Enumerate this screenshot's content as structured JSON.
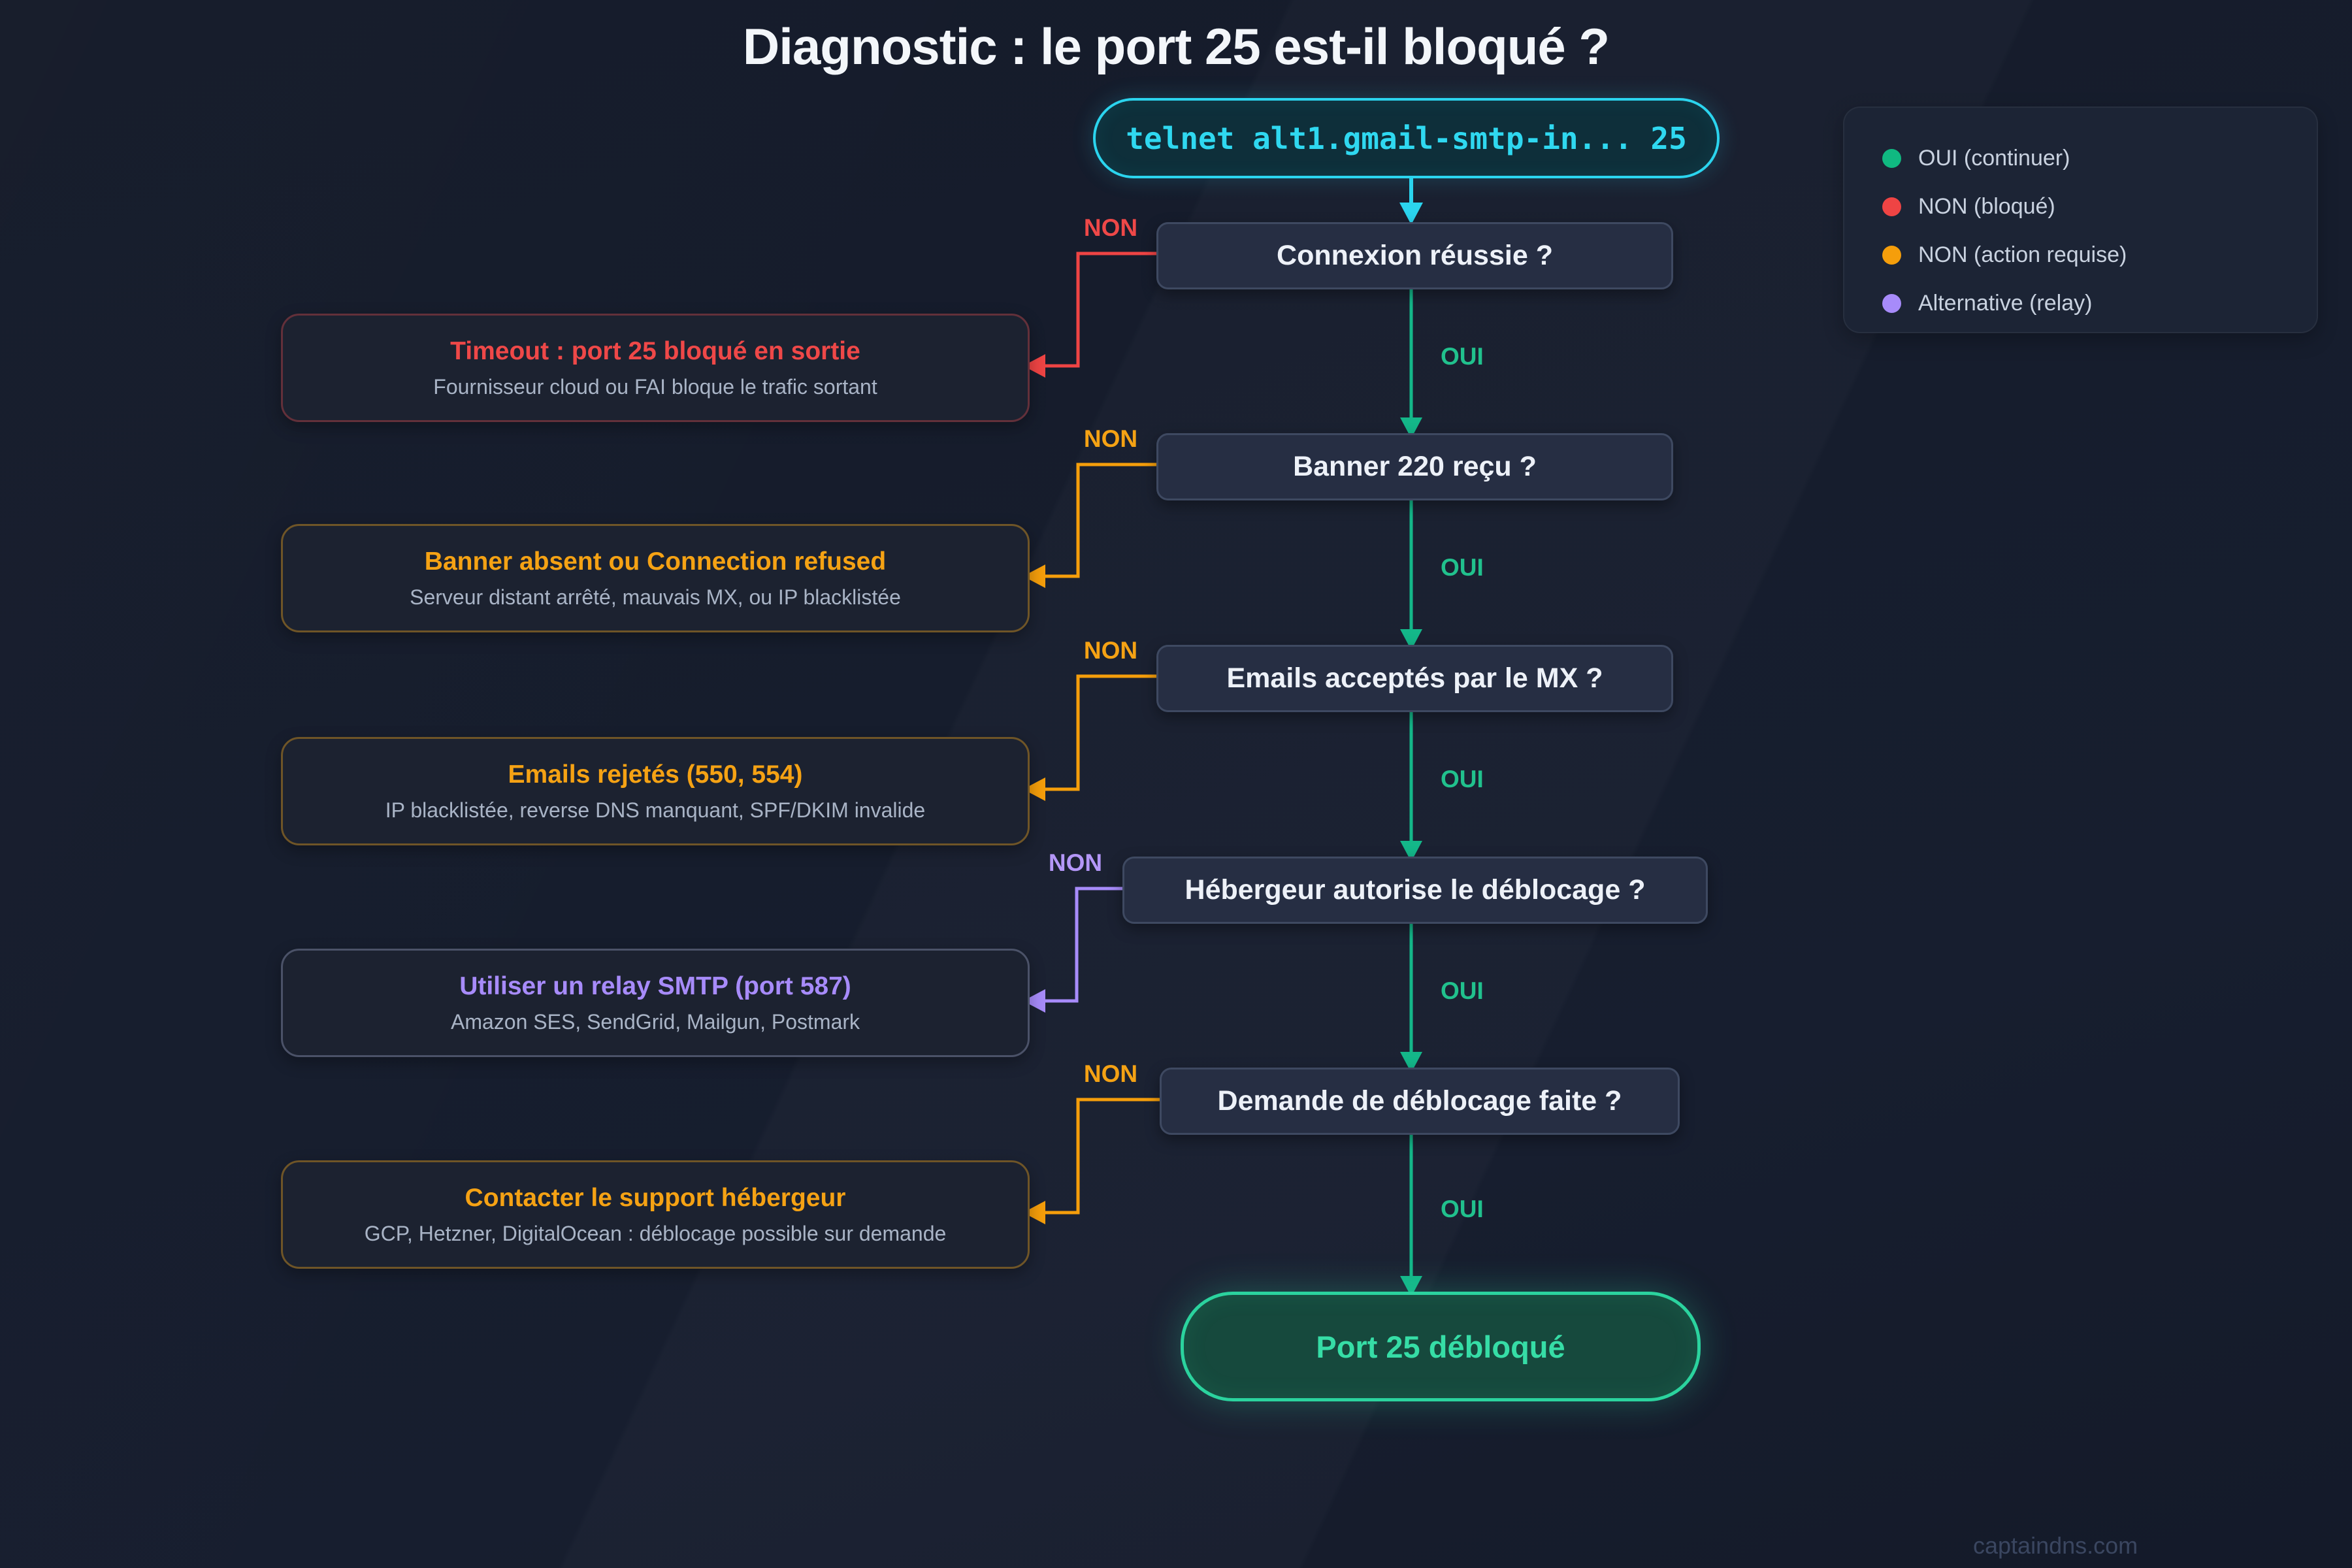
{
  "title": "Diagnostic : le port 25 est-il bloqué ?",
  "command": {
    "text": "telnet alt1.gmail-smtp-in... 25"
  },
  "flow": {
    "steps": [
      {
        "question": "Connexion réussie ?",
        "yes_label": "OUI",
        "no_label": "NON",
        "no_color": "#ef4444"
      },
      {
        "question": "Banner 220 reçu ?",
        "yes_label": "OUI",
        "no_label": "NON",
        "no_color": "#f59e0b"
      },
      {
        "question": "Emails acceptés par le MX ?",
        "yes_label": "OUI",
        "no_label": "NON",
        "no_color": "#f59e0b"
      },
      {
        "question": "Hébergeur autorise le déblocage ?",
        "yes_label": "OUI",
        "no_label": "NON",
        "no_color": "#a78bfa"
      },
      {
        "question": "Demande de déblocage faite ?",
        "yes_label": "OUI",
        "no_label": "NON",
        "no_color": "#f59e0b"
      }
    ],
    "outcomes": [
      {
        "title": "Timeout : port 25 bloqué en sortie",
        "subtitle": "Fournisseur cloud ou FAI bloque le trafic sortant",
        "color": "#ef4444"
      },
      {
        "title": "Banner absent ou Connection refused",
        "subtitle": "Serveur distant arrêté, mauvais MX, ou IP blacklistée",
        "color": "#f59e0b"
      },
      {
        "title": "Emails rejetés (550, 554)",
        "subtitle": "IP blacklistée, reverse DNS manquant, SPF/DKIM invalide",
        "color": "#f59e0b"
      },
      {
        "title": "Utiliser un relay SMTP (port 587)",
        "subtitle": "Amazon SES, SendGrid, Mailgun, Postmark",
        "color": "#a78bfa"
      },
      {
        "title": "Contacter le support hébergeur",
        "subtitle": "GCP, Hetzner, DigitalOcean : déblocage possible sur demande",
        "color": "#f59e0b"
      }
    ],
    "final_label": "Port 25 débloqué"
  },
  "legend": {
    "items": [
      {
        "label": "OUI (continuer)",
        "color": "#10b981"
      },
      {
        "label": "NON (bloqué)",
        "color": "#ef4444"
      },
      {
        "label": "NON (action requise)",
        "color": "#f59e0b"
      },
      {
        "label": "Alternative (relay)",
        "color": "#a78bfa"
      }
    ]
  },
  "colors": {
    "background": "#161c2b",
    "command_accent": "#2bd4ee",
    "yes_line": "#14b789",
    "final_accent": "#2bd39e"
  },
  "watermark": "captaindns.com"
}
